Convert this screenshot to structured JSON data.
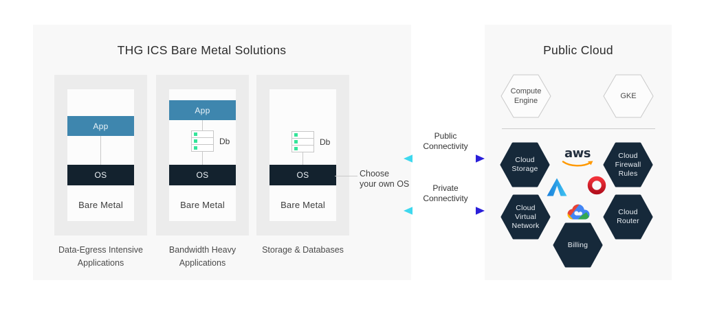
{
  "left_panel": {
    "title": "THG ICS Bare Metal Solutions",
    "cards": [
      {
        "app_label": "App",
        "os_label": "OS",
        "platform_label": "Bare Metal",
        "caption_line1": "Data-Egress Intensive",
        "caption_line2": "Applications"
      },
      {
        "app_label": "App",
        "db_label": "Db",
        "os_label": "OS",
        "platform_label": "Bare Metal",
        "caption_line1": "Bandwidth Heavy",
        "caption_line2": "Applications"
      },
      {
        "db_label": "Db",
        "os_label": "OS",
        "platform_label": "Bare Metal",
        "caption_line1": "Storage & Databases",
        "caption_line2": ""
      }
    ],
    "os_annotation": {
      "line1": "Choose",
      "line2": "your own OS"
    }
  },
  "connectivity": {
    "public": {
      "line1": "Public",
      "line2": "Connectivity"
    },
    "private": {
      "line1": "Private",
      "line2": "Connectivity"
    }
  },
  "right_panel": {
    "title": "Public Cloud",
    "outline_hexes": [
      {
        "line1": "Compute",
        "line2": "Engine"
      },
      {
        "line1": "GKE",
        "line2": ""
      }
    ],
    "dark_hexes": [
      {
        "line1": "Cloud",
        "line2": "Storage",
        "line3": ""
      },
      {
        "line1": "Cloud",
        "line2": "Firewall",
        "line3": "Rules"
      },
      {
        "line1": "Cloud",
        "line2": "Virtual",
        "line3": "Network"
      },
      {
        "line1": "Cloud",
        "line2": "Router",
        "line3": ""
      },
      {
        "line1": "Billing",
        "line2": "",
        "line3": ""
      }
    ],
    "aws_wordmark": "aws",
    "logo_icons": [
      "aws-logo",
      "azure-logo",
      "oracle-logo",
      "google-cloud-logo"
    ]
  },
  "colors": {
    "panel_bg": "#f8f8f8",
    "card_bg": "#ececec",
    "app_blue": "#3e86ae",
    "os_dark": "#13222e",
    "hexagon_dark": "#16293a",
    "db_green": "#35e49a",
    "arrow_cyan": "#3ed8ee",
    "arrow_blue": "#2a1fd9",
    "aws_orange": "#ff9900",
    "azure_blue": "#2a9ce3",
    "oracle_red": "#e0202a",
    "gcp_blue": "#4285f4",
    "gcp_red": "#ea4335",
    "gcp_yellow": "#fbbc05",
    "gcp_green": "#34a853"
  }
}
